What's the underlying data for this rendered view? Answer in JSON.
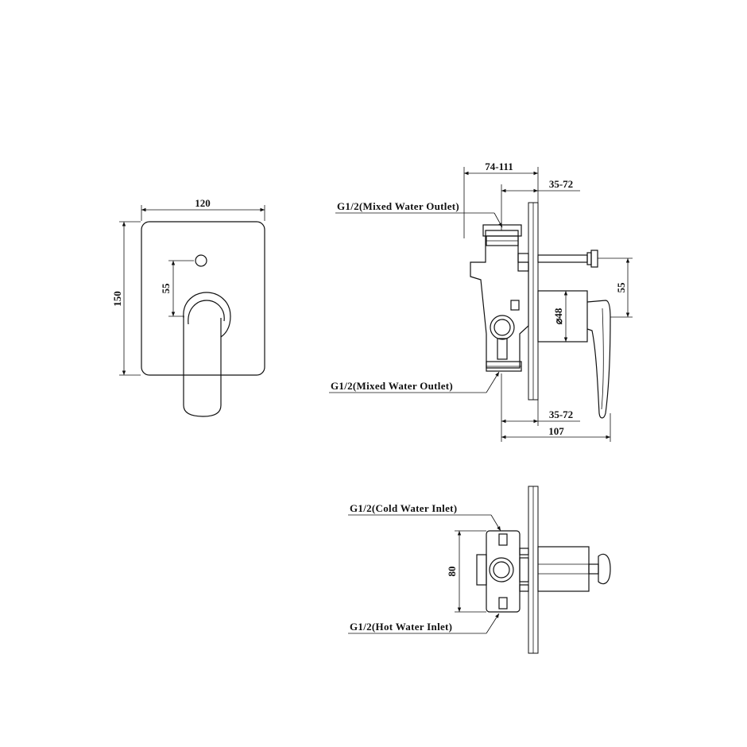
{
  "front_view": {
    "width_dim": "120",
    "height_dim": "150",
    "offset_dim": "55"
  },
  "side_view": {
    "top_range_dim": "74-111",
    "top_wall_dim": "35-72",
    "bottom_wall_dim": "35-72",
    "depth_dim": "107",
    "height_dim": "55",
    "diameter_dim": "⌀48",
    "top_outlet_label": "G1/2(Mixed Water Outlet)",
    "bottom_outlet_label": "G1/2(Mixed Water Outlet)"
  },
  "bottom_view": {
    "cold_inlet_label": "G1/2(Cold Water Inlet)",
    "hot_inlet_label": "G1/2(Hot Water Inlet)",
    "spacing_dim": "80"
  }
}
